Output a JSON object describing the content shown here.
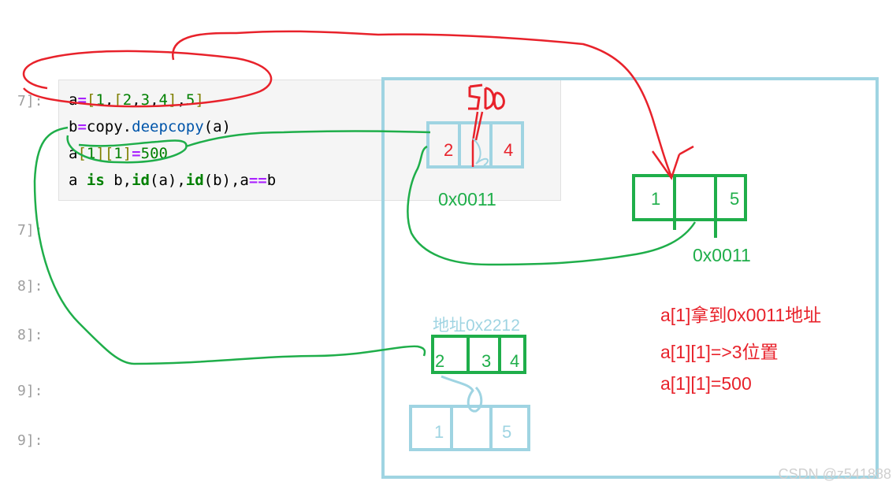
{
  "prompts": [
    "7]:",
    "7]:",
    "8]:",
    "8]:",
    "9]:",
    "9]:"
  ],
  "code": {
    "line1": [
      {
        "t": "a",
        "c": "plain"
      },
      {
        "t": "=",
        "c": "op"
      },
      {
        "t": "[",
        "c": "br"
      },
      {
        "t": "1",
        "c": "num"
      },
      {
        "t": ",",
        "c": "plain"
      },
      {
        "t": "[",
        "c": "br"
      },
      {
        "t": "2",
        "c": "num"
      },
      {
        "t": ",",
        "c": "plain"
      },
      {
        "t": "3",
        "c": "num"
      },
      {
        "t": ",",
        "c": "plain"
      },
      {
        "t": "4",
        "c": "num"
      },
      {
        "t": "]",
        "c": "br"
      },
      {
        "t": ",",
        "c": "plain"
      },
      {
        "t": "5",
        "c": "num"
      },
      {
        "t": "]",
        "c": "br"
      }
    ],
    "line2": [
      {
        "t": "b",
        "c": "plain"
      },
      {
        "t": "=",
        "c": "op"
      },
      {
        "t": "copy",
        "c": "plain"
      },
      {
        "t": ".",
        "c": "plain"
      },
      {
        "t": "deepcopy",
        "c": "fn"
      },
      {
        "t": "(a)",
        "c": "plain"
      }
    ],
    "line3": [
      {
        "t": "a",
        "c": "plain"
      },
      {
        "t": "[",
        "c": "br"
      },
      {
        "t": "1",
        "c": "num"
      },
      {
        "t": "]",
        "c": "br"
      },
      {
        "t": "[",
        "c": "br"
      },
      {
        "t": "1",
        "c": "num"
      },
      {
        "t": "]",
        "c": "br"
      },
      {
        "t": "=",
        "c": "op"
      },
      {
        "t": "500",
        "c": "num"
      }
    ],
    "line4": [
      {
        "t": "a ",
        "c": "plain"
      },
      {
        "t": "is",
        "c": "kw"
      },
      {
        "t": " b,",
        "c": "plain"
      },
      {
        "t": "id",
        "c": "kw"
      },
      {
        "t": "(a),",
        "c": "plain"
      },
      {
        "t": "id",
        "c": "kw"
      },
      {
        "t": "(b),a",
        "c": "plain"
      },
      {
        "t": "==",
        "c": "op2"
      },
      {
        "t": "b",
        "c": "plain"
      }
    ]
  },
  "diagram": {
    "inner_list_top": {
      "cells": [
        "2",
        "",
        "4"
      ],
      "scribble": "500"
    },
    "address_top": "0x0011",
    "outer_list": {
      "cells": [
        "1",
        "",
        "5"
      ],
      "address": "0x0011"
    },
    "address_copy_label": "地址0x2212",
    "inner_list_copy": {
      "cells": [
        "2",
        "3",
        "4"
      ]
    },
    "outer_list_copy": {
      "cells": [
        "1",
        "",
        "5"
      ]
    },
    "notes": [
      "a[1]拿到0x0011地址",
      "a[1][1]=>3位置",
      "a[1][1]=500"
    ]
  },
  "watermark": "CSDN @z541888",
  "colors": {
    "red": "#e8222b",
    "green": "#1fae4a",
    "lightblue": "#9fd4e2"
  }
}
